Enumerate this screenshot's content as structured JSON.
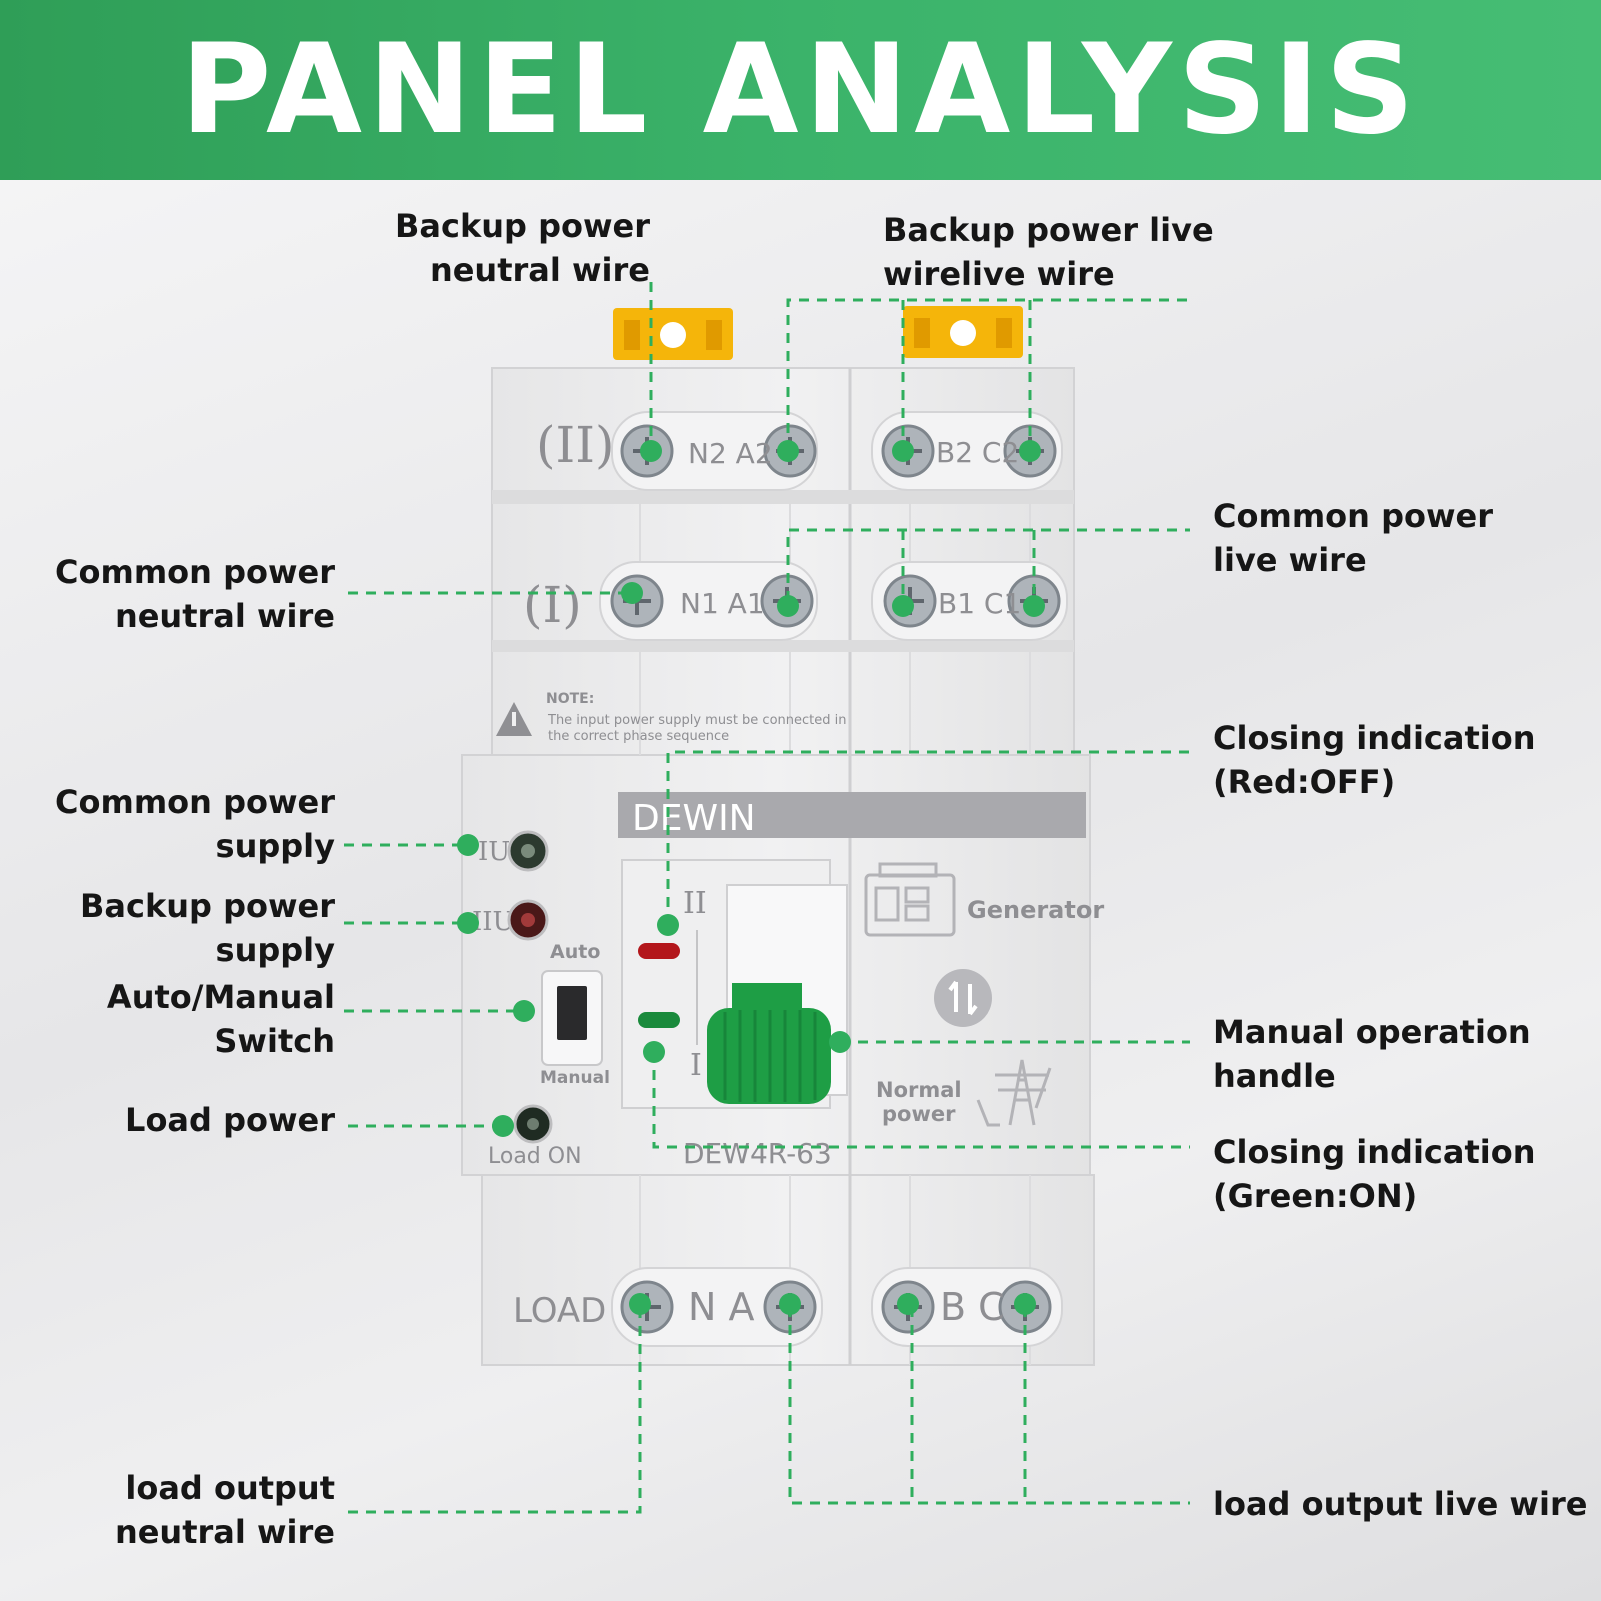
{
  "header": {
    "title": "PANEL ANALYSIS"
  },
  "device": {
    "brand": "DEWIN",
    "model": "DEW4R-63",
    "top_row_ii_mark": "(II)",
    "top_row_i_mark": "(I)",
    "terminals_ii_left": "N2 A2",
    "terminals_ii_right": "B2 C2",
    "terminals_i_left": "N1 A1",
    "terminals_i_right": "B1 C1",
    "note_title": "NOTE:",
    "note_line1": "The input power supply must be connected in",
    "note_line2": "the correct phase sequence",
    "lamp_i_mark": "IU",
    "lamp_ii_mark": "IIU",
    "auto_label": "Auto",
    "manual_label": "Manual",
    "load_on_label": "Load ON",
    "position_ii": "II",
    "position_i": "I",
    "generator_label": "Generator",
    "normal_power_line1": "Normal",
    "normal_power_line2": "power",
    "bottom_load_label": "LOAD",
    "bottom_left_terminals": "N A",
    "bottom_right_terminals": "B C"
  },
  "callouts": {
    "backup_neutral": {
      "line1": "Backup power",
      "line2": "neutral wire"
    },
    "backup_live": {
      "line1": "Backup power live",
      "line2": "wirelive wire"
    },
    "common_live": {
      "line1": "Common power",
      "line2": "live wire"
    },
    "common_neutral": {
      "line1": "Common power",
      "line2": "neutral wire"
    },
    "closing_red": {
      "line1": "Closing indication",
      "line2": "(Red:OFF)"
    },
    "common_supply": {
      "line1": "Common power",
      "line2": "supply"
    },
    "backup_supply": {
      "line1": "Backup power",
      "line2": "supply"
    },
    "auto_manual": {
      "line1": "Auto/Manual",
      "line2": "Switch"
    },
    "manual_handle": {
      "line1": "Manual operation",
      "line2": "handle"
    },
    "load_power": {
      "line1": "Load power"
    },
    "closing_green": {
      "line1": "Closing indication",
      "line2": "(Green:ON)"
    },
    "load_neutral": {
      "line1": "load output",
      "line2": "neutral wire"
    },
    "load_live": {
      "line1": "load output live wire"
    }
  },
  "colors": {
    "header_green": "#3bb36a",
    "leader_green": "#2fae5d",
    "handle_green": "#1e9e45",
    "terminal_yellow": "#f5b50a",
    "indicator_red": "#b3161b",
    "indicator_green": "#1a8a3c"
  }
}
